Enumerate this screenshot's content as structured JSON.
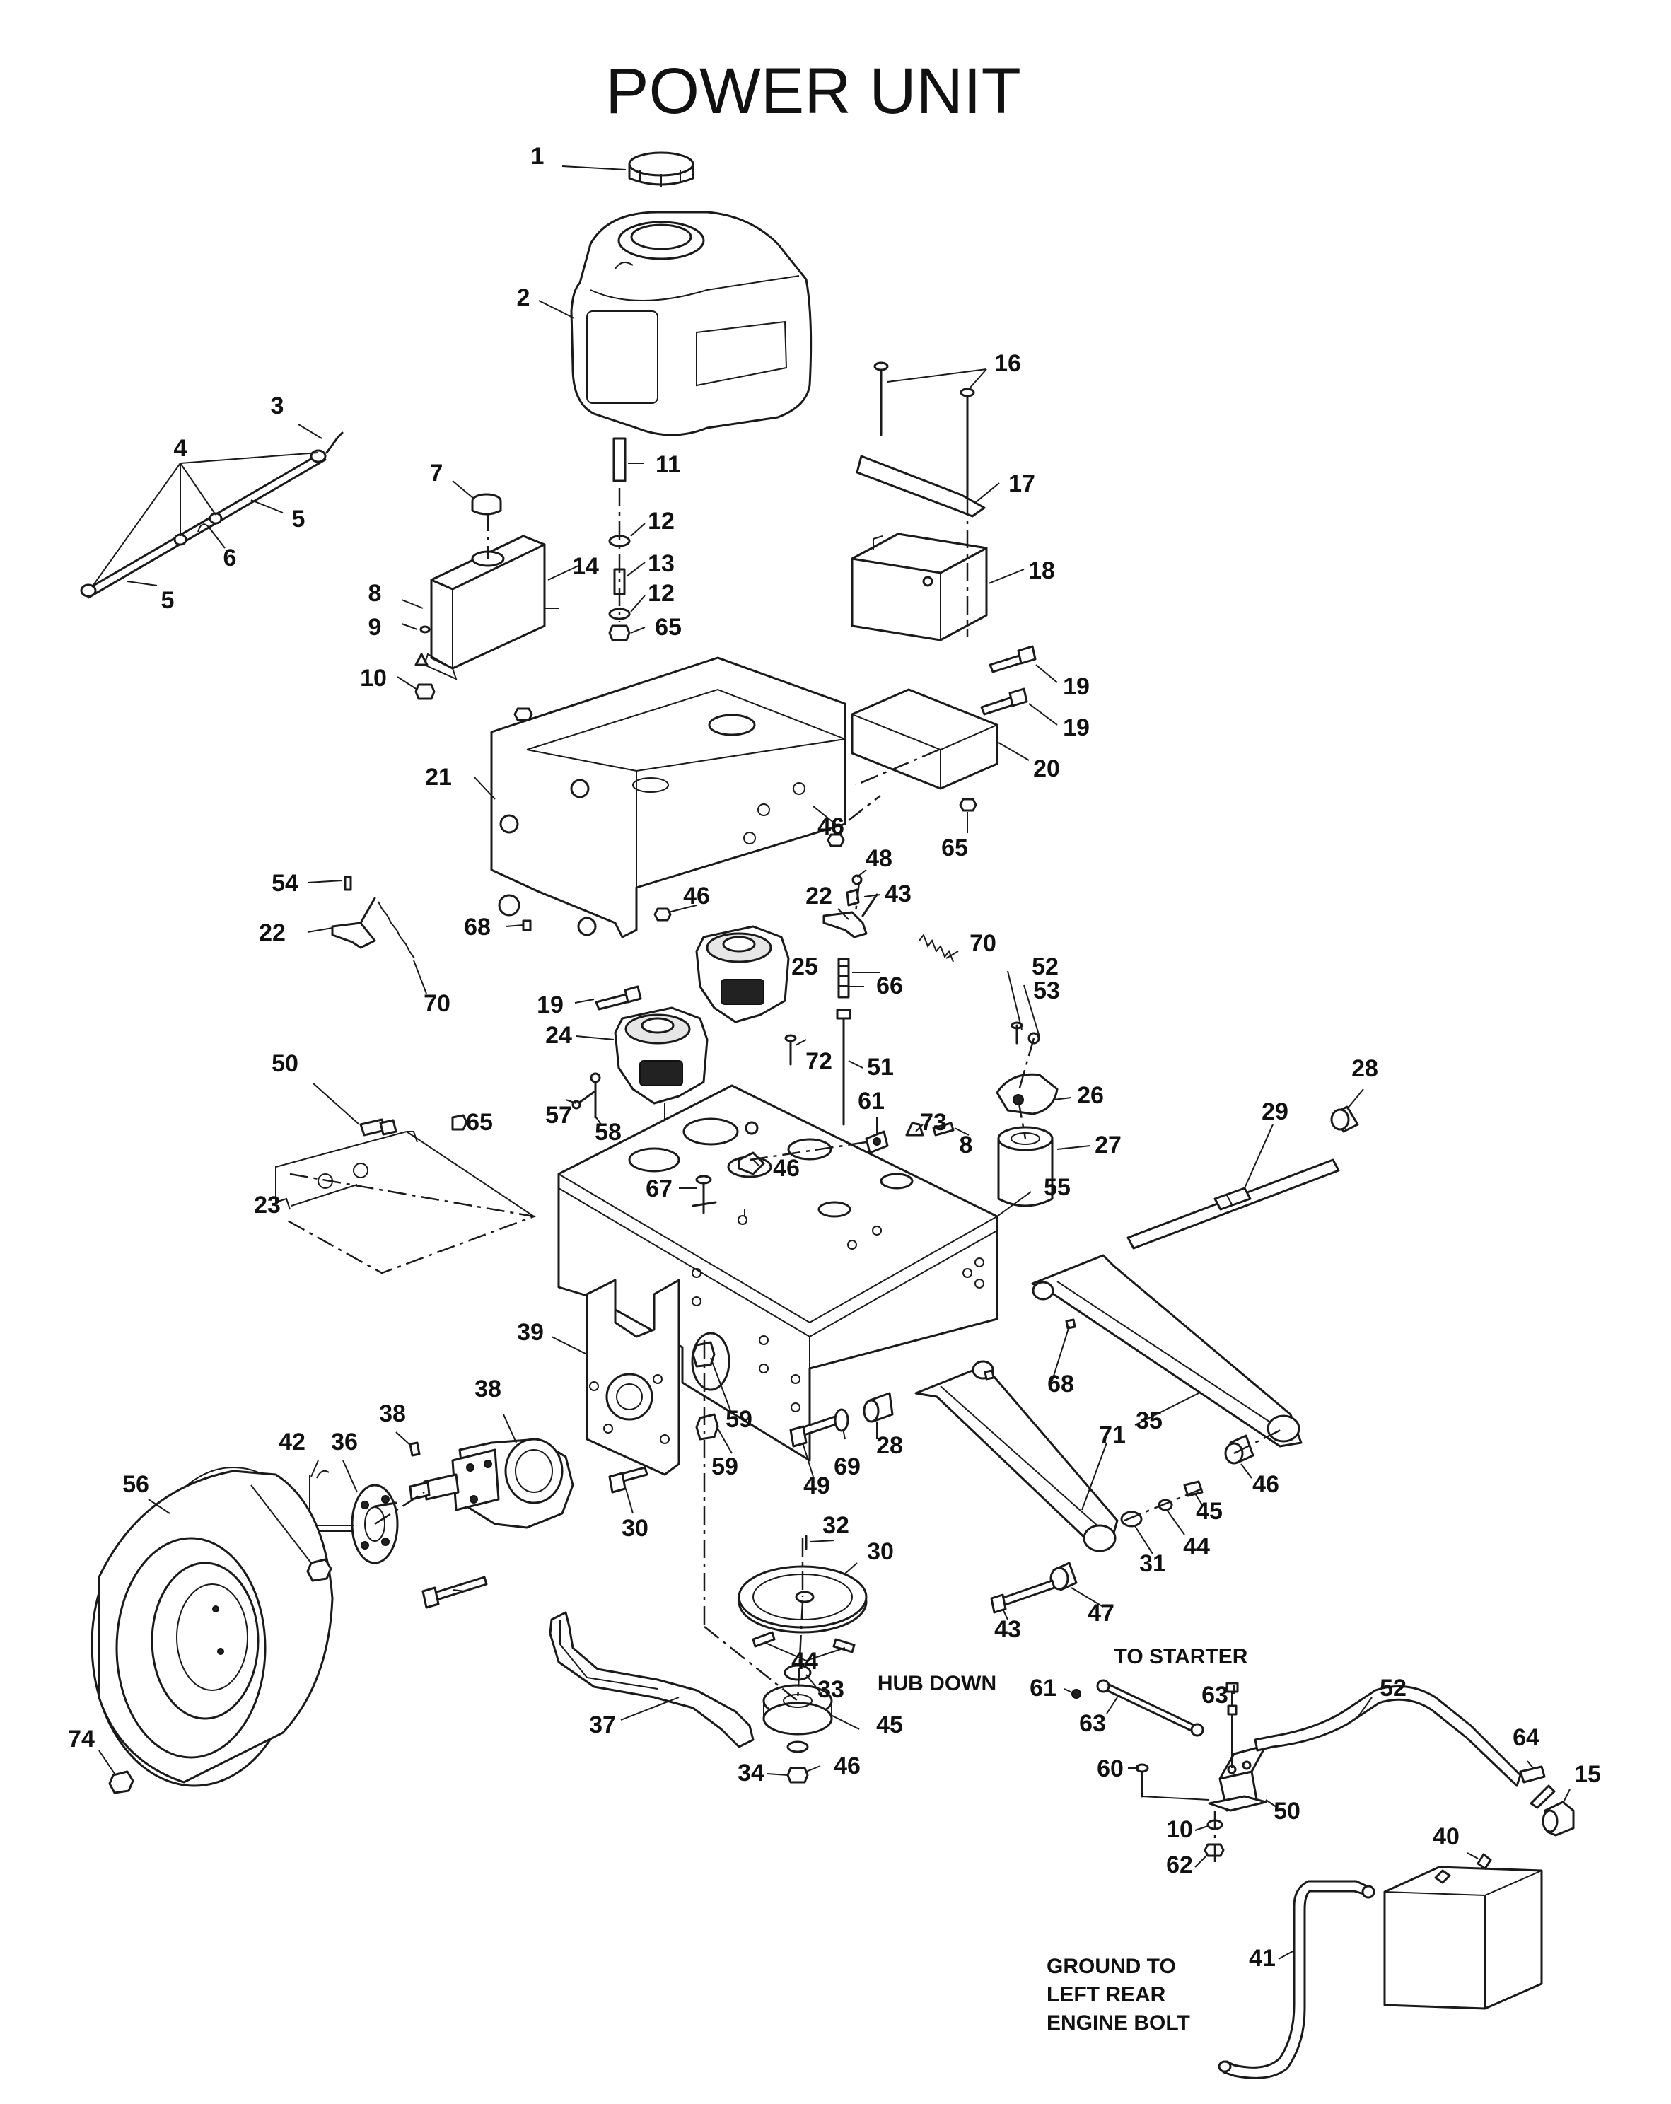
{
  "title": "POWER UNIT",
  "notes": {
    "to_starter": "TO STARTER",
    "hub_down": "HUB DOWN",
    "ground_1": "GROUND TO",
    "ground_2": "LEFT REAR",
    "ground_3": "ENGINE BOLT"
  },
  "callouts": [
    "1",
    "2",
    "3",
    "4",
    "5",
    "5",
    "6",
    "7",
    "8",
    "9",
    "10",
    "11",
    "12",
    "13",
    "12",
    "65",
    "14",
    "16",
    "17",
    "18",
    "19",
    "19",
    "20",
    "65",
    "21",
    "46",
    "48",
    "43",
    "22",
    "54",
    "22",
    "70",
    "68",
    "46",
    "19",
    "70",
    "66",
    "25",
    "52",
    "53",
    "26",
    "27",
    "72",
    "51",
    "24",
    "50",
    "65",
    "57",
    "58",
    "61",
    "73",
    "8",
    "46",
    "28",
    "29",
    "23",
    "67",
    "55",
    "39",
    "38",
    "38",
    "36",
    "42",
    "56",
    "59",
    "59",
    "68",
    "69",
    "28",
    "49",
    "35",
    "71",
    "30",
    "46",
    "45",
    "44",
    "31",
    "32",
    "30",
    "47",
    "43",
    "44",
    "33",
    "45",
    "46",
    "34",
    "37",
    "74",
    "61",
    "63",
    "63",
    "52",
    "60",
    "50",
    "64",
    "15",
    "40",
    "10",
    "62",
    "41"
  ]
}
